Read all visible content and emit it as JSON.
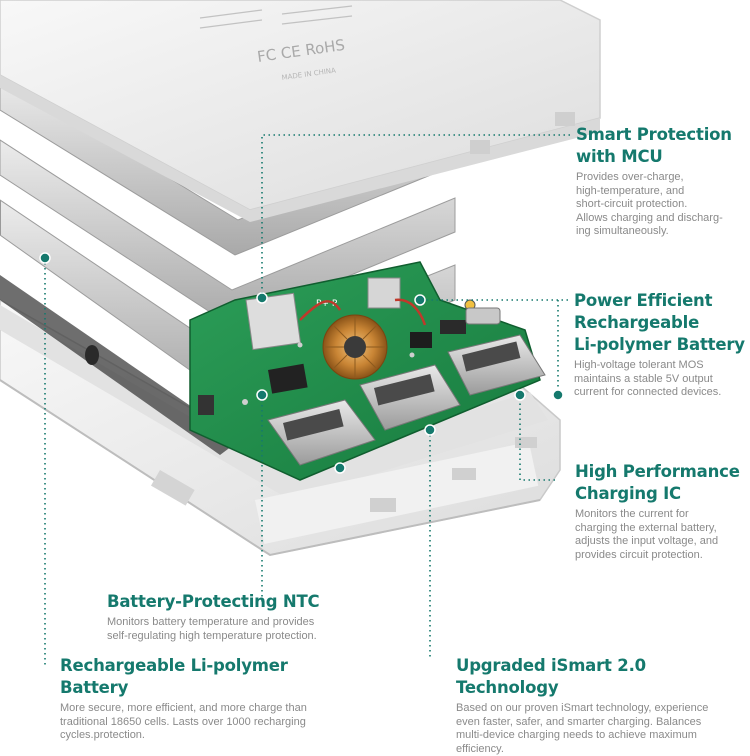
{
  "colors": {
    "accent": "#15796d",
    "body_text": "#8a8a8a",
    "shell": "#eeeeee",
    "pcb": "#1f8a4c",
    "battery": "#c8c8c8"
  },
  "label_text": {
    "certifications": "FC CE RoHS",
    "origin": "MADE IN CHINA",
    "board_marks": "P+  P"
  },
  "features": [
    {
      "title_lines": [
        "Smart Protection",
        "with MCU"
      ],
      "desc_lines": [
        "Provides over-charge,",
        "high-temperature, and",
        "short-circuit protection.",
        "Allows charging and discharg-",
        "ing simultaneously."
      ]
    },
    {
      "title_lines": [
        "Power Efficient",
        "Rechargeable",
        "Li-polymer Battery"
      ],
      "desc_lines": [
        "High-voltage tolerant MOS",
        "maintains a stable 5V  output",
        "current for connected devices."
      ]
    },
    {
      "title_lines": [
        "High Performance",
        "Charging IC"
      ],
      "desc_lines": [
        "Monitors the current for",
        "charging the external battery,",
        "adjusts the input voltage, and",
        "provides circuit protection."
      ]
    },
    {
      "title_lines": [
        "Battery-Protecting NTC"
      ],
      "desc_lines": [
        "Monitors battery temperature and provides",
        "self-regulating high temperature protection."
      ]
    },
    {
      "title_lines": [
        "Rechargeable Li-polymer Battery"
      ],
      "desc_lines": [
        "More secure, more efficient, and more charge than",
        "traditional 18650 cells. Lasts over 1000 recharging",
        "cycles.protection."
      ]
    },
    {
      "title_lines": [
        "Upgraded iSmart 2.0 Technology"
      ],
      "desc_lines": [
        "Based on our proven iSmart technology, experience",
        "even faster, safer, and smarter charging. Balances",
        "multi-device charging needs to achieve maximum",
        "efficiency."
      ]
    }
  ]
}
